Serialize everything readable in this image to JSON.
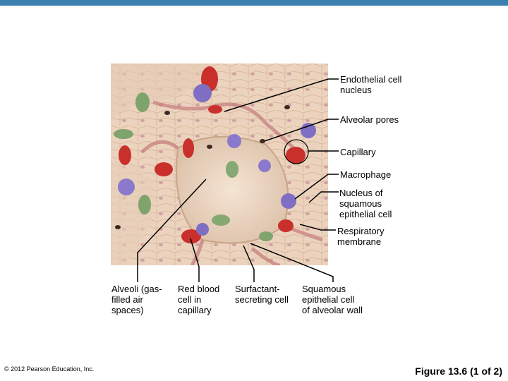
{
  "colors": {
    "top_bar": "#3a7fb0"
  },
  "labels_right": {
    "endothelial": "Endothelial cell\nnucleus",
    "pores": "Alveolar pores",
    "capillary": "Capillary",
    "macrophage": "Macrophage",
    "squamous_nucleus": "Nucleus of\nsquamous\nepithelial cell",
    "respiratory": "Respiratory\nmembrane"
  },
  "labels_bottom": {
    "alveoli": "Alveoli (gas-\nfilled air\nspaces)",
    "rbc": "Red blood\ncell in\ncapillary",
    "surfactant": "Surfactant-\nsecreting cell",
    "squamous": "Squamous\nepithelial cell\nof alveolar wall"
  },
  "footer": {
    "copyright": "© 2012 Pearson Education, Inc.",
    "figure_number": "Figure 13.6 (1 of 2)"
  }
}
